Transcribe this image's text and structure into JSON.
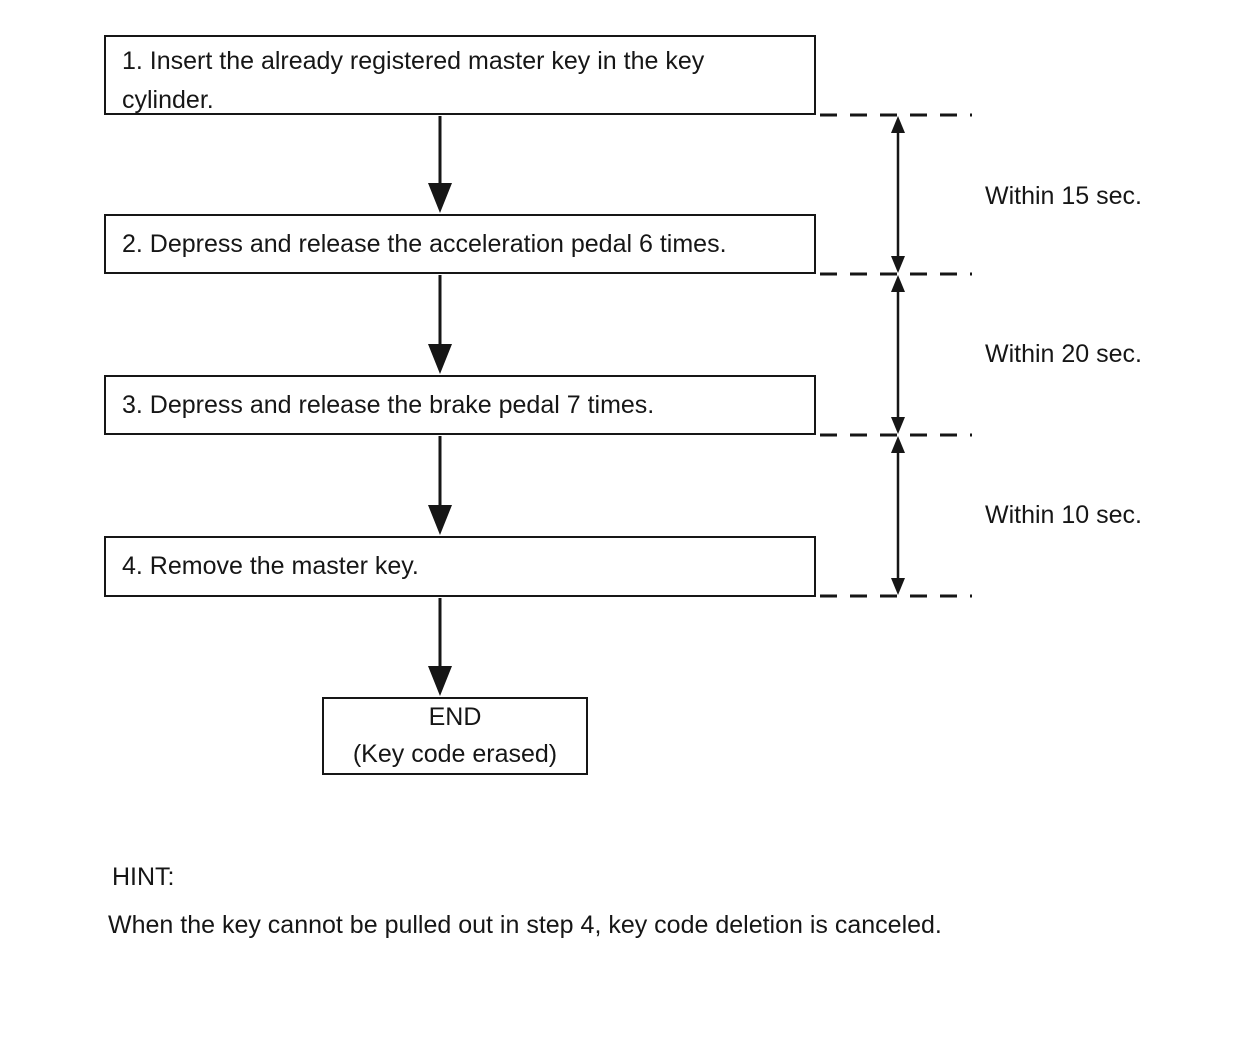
{
  "page": {
    "background_color": "#ffffff",
    "ink_color": "#161616"
  },
  "flowchart": {
    "title_context": "Key code erasure procedure flowchart",
    "steps": [
      "1. Insert the already registered master key in the key cylinder.",
      "2. Depress and release the acceleration pedal 6 times.",
      "3. Depress and release the brake pedal 7 times.",
      "4. Remove the master key."
    ],
    "end": {
      "title": "END",
      "subtitle": "(Key code erased)"
    },
    "timings": [
      "Within 15 sec.",
      "Within 20 sec.",
      "Within 10 sec."
    ],
    "hint": {
      "label": "HINT:",
      "text": "When the key cannot be pulled out in step 4, key code deletion is canceled."
    }
  }
}
